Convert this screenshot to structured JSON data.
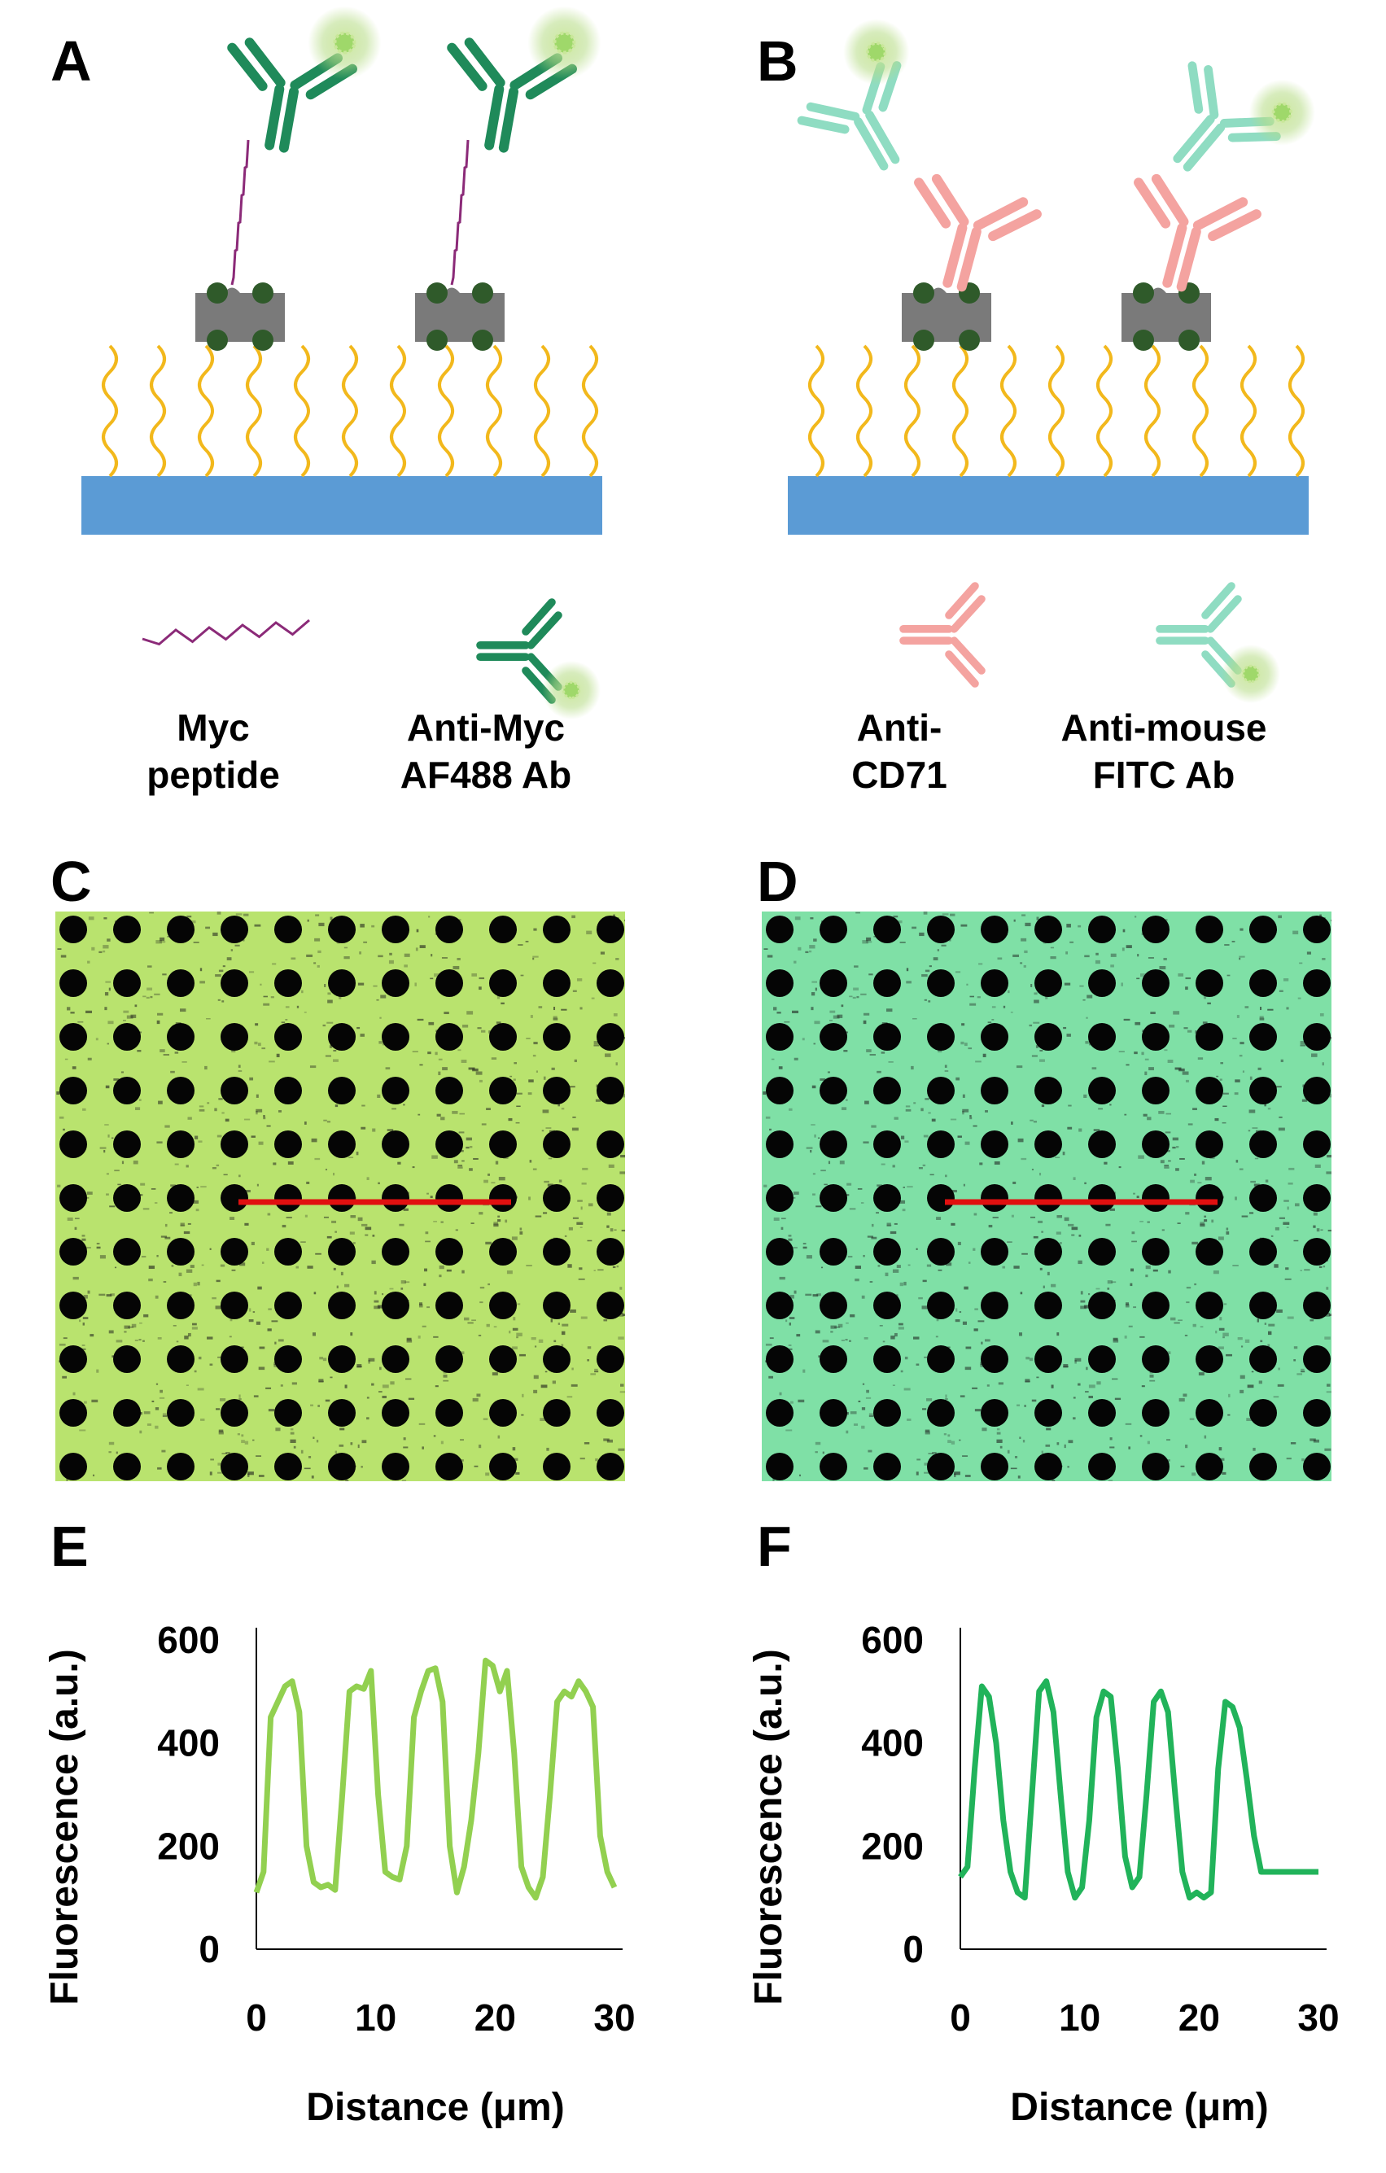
{
  "panels": {
    "A": {
      "label": "A",
      "legend": [
        {
          "line1": "Myc",
          "line2": "peptide"
        },
        {
          "line1": "Anti-Myc",
          "line2": "AF488 Ab"
        }
      ]
    },
    "B": {
      "label": "B",
      "legend": [
        {
          "line1": "Anti-",
          "line2": "CD71"
        },
        {
          "line1": "Anti-mouse",
          "line2": "FITC Ab"
        }
      ]
    },
    "C": {
      "label": "C",
      "tint": "#b9e36e"
    },
    "D": {
      "label": "D",
      "tint": "#7fe0a6"
    },
    "E": {
      "label": "E"
    },
    "F": {
      "label": "F"
    }
  },
  "colors": {
    "substrate": "#5b9bd5",
    "linker": "#f2b81c",
    "anchor": "#7a7a7a",
    "anchor_dot": "#2f5a2a",
    "myc_ab": "#1f8a5a",
    "anti_cd71": "#f4a3a0",
    "anti_mouse": "#8fdcc2",
    "glow": "#9fd86a",
    "scan_line": "#e01010",
    "series_E": "#92d050",
    "series_F": "#21b35a"
  },
  "chart_data": [
    {
      "type": "line",
      "panel": "E",
      "xlabel": "Distance (μm)",
      "ylabel": "Fluorescence (a.u.)",
      "xlim": [
        0,
        30
      ],
      "ylim": [
        0,
        600
      ],
      "xticks": [
        "0",
        "10",
        "20",
        "30"
      ],
      "yticks": [
        "0",
        "200",
        "400",
        "600"
      ],
      "grid": false,
      "series": [
        {
          "x": [
            0,
            0.6,
            1.2,
            1.8,
            2.4,
            3.0,
            3.6,
            4.2,
            4.8,
            5.4,
            6.0,
            6.6,
            7.2,
            7.8,
            8.4,
            9.0,
            9.6,
            10.2,
            10.8,
            11.4,
            12.0,
            12.6,
            13.2,
            13.8,
            14.4,
            15.0,
            15.6,
            16.2,
            16.8,
            17.4,
            18.0,
            18.6,
            19.2,
            19.8,
            20.4,
            21.0,
            21.6,
            22.2,
            22.8,
            23.4,
            24.0,
            24.6,
            25.2,
            25.8,
            26.4,
            27.0,
            27.6,
            28.2,
            28.8,
            29.4,
            30.0
          ],
          "y": [
            110,
            150,
            450,
            480,
            510,
            520,
            460,
            200,
            130,
            120,
            125,
            115,
            300,
            500,
            510,
            505,
            540,
            300,
            150,
            140,
            135,
            200,
            450,
            500,
            540,
            545,
            480,
            200,
            110,
            160,
            250,
            380,
            560,
            550,
            500,
            540,
            380,
            160,
            120,
            100,
            140,
            300,
            480,
            500,
            490,
            520,
            500,
            470,
            220,
            150,
            120
          ]
        }
      ]
    },
    {
      "type": "line",
      "panel": "F",
      "xlabel": "Distance (μm)",
      "ylabel": "Fluorescence (a.u.)",
      "xlim": [
        0,
        30
      ],
      "ylim": [
        0,
        600
      ],
      "xticks": [
        "0",
        "10",
        "20",
        "30"
      ],
      "yticks": [
        "0",
        "200",
        "400",
        "600"
      ],
      "grid": false,
      "series": [
        {
          "x": [
            0,
            0.6,
            1.2,
            1.8,
            2.4,
            3.0,
            3.6,
            4.2,
            4.8,
            5.4,
            6.0,
            6.6,
            7.2,
            7.8,
            8.4,
            9.0,
            9.6,
            10.2,
            10.8,
            11.4,
            12.0,
            12.6,
            13.2,
            13.8,
            14.4,
            15.0,
            15.6,
            16.2,
            16.8,
            17.4,
            18.0,
            18.6,
            19.2,
            19.8,
            20.4,
            21.0,
            21.6,
            22.2,
            22.8,
            23.4,
            24.0,
            24.6,
            25.2,
            25.8,
            26.4,
            27.0,
            27.6,
            28.2,
            28.8,
            29.4,
            30.0
          ],
          "y": [
            140,
            160,
            350,
            510,
            490,
            400,
            250,
            150,
            110,
            100,
            300,
            500,
            520,
            460,
            300,
            150,
            100,
            120,
            250,
            450,
            500,
            490,
            350,
            180,
            120,
            140,
            300,
            480,
            500,
            460,
            300,
            150,
            100,
            110,
            100,
            110,
            350,
            480,
            470,
            430,
            330,
            220,
            150,
            150,
            150,
            150,
            150,
            150,
            150,
            150,
            150
          ]
        }
      ]
    }
  ]
}
